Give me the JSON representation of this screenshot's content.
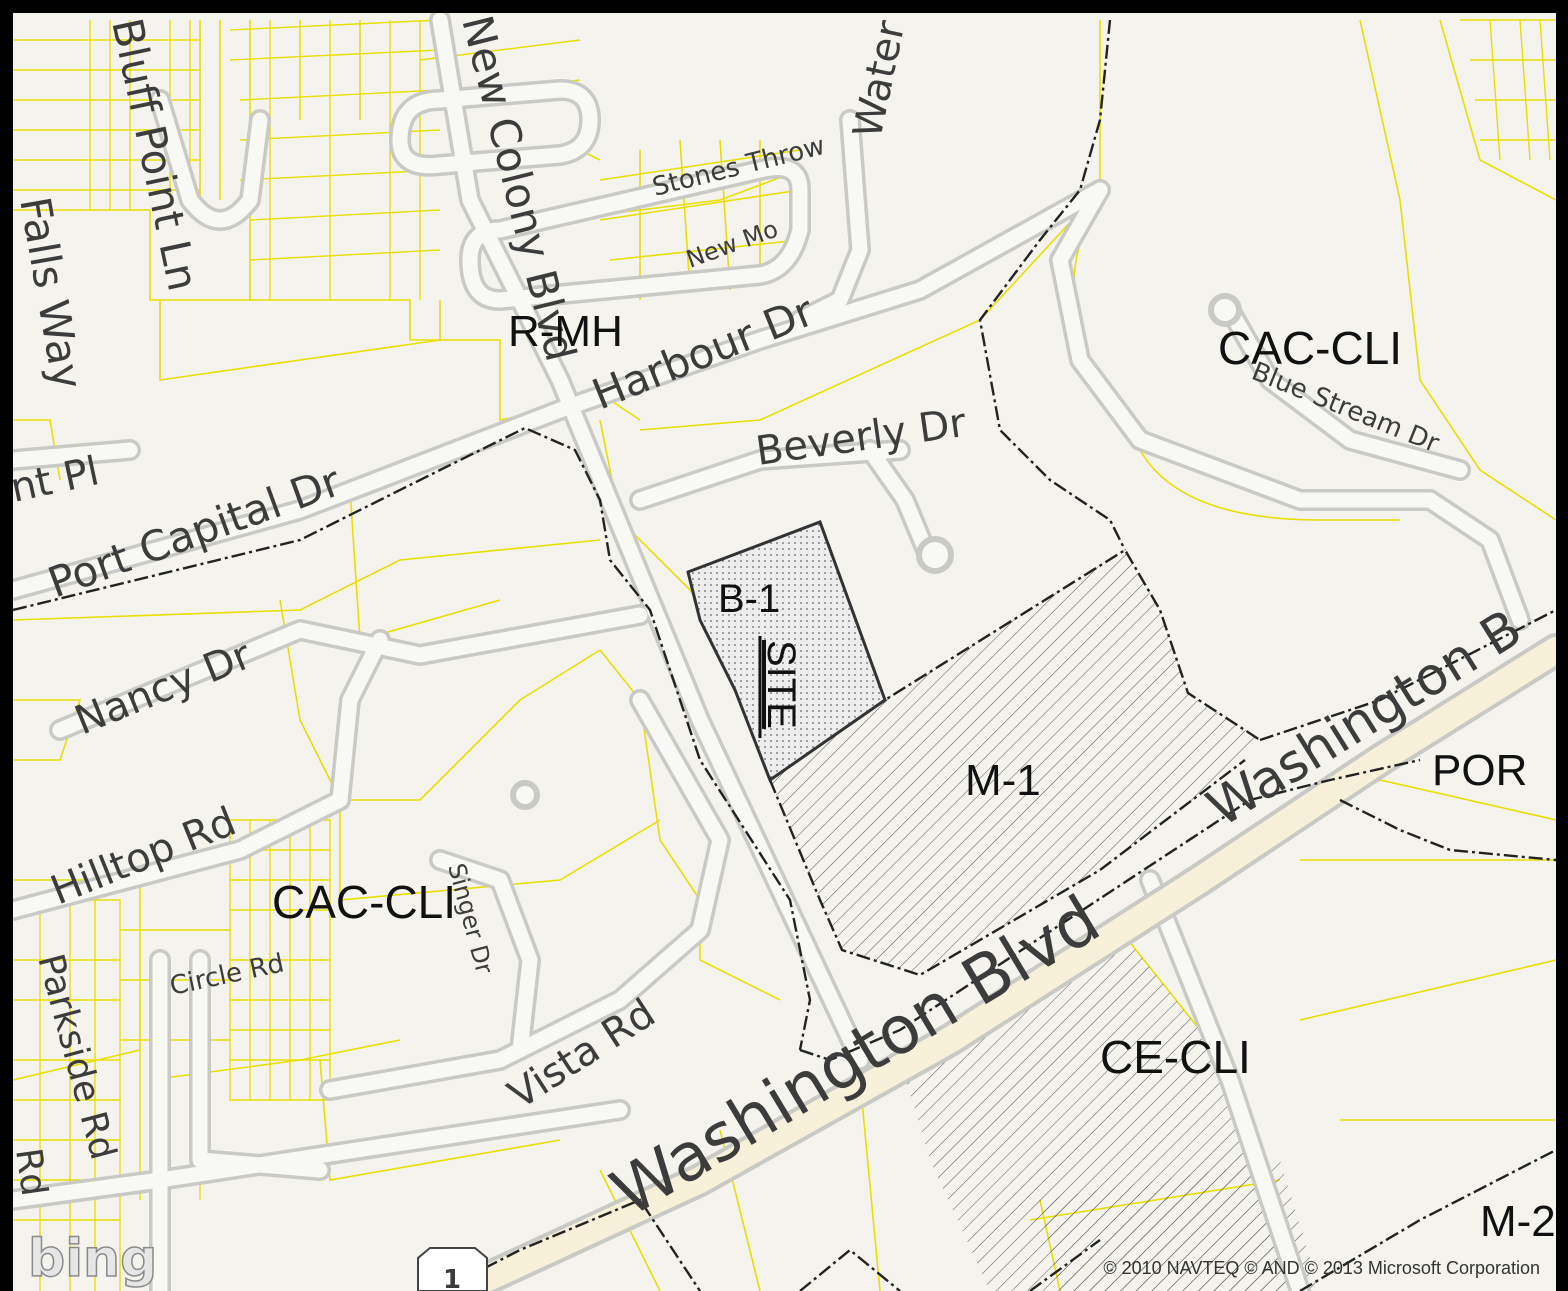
{
  "map": {
    "colors": {
      "frame": "#000000",
      "land": "#f4f3ee",
      "parcel_line": "#e8e000",
      "road_casing": "#c9c9c5",
      "road_fill": "#f8f8f5",
      "highway_fill": "#f7f1d9",
      "zone_boundary": "#222222",
      "site_fill": "#ececec"
    },
    "streets": {
      "bluff_point": "Bluff Point Ln",
      "new_colony": "New Colony Blvd",
      "water": "Water",
      "stones_throw": "Stones Throw",
      "new_mo": "New Mo",
      "falls_way": "Falls Way",
      "harbour": "Harbour Dr",
      "point_pl": "nt Pl",
      "port_capital": "Port Capital Dr",
      "beverly": "Beverly Dr",
      "blue_stream": "Blue Stream Dr",
      "nancy": "Nancy Dr",
      "hilltop": "Hilltop Rd",
      "singer": "Singer Dr",
      "circle": "Circle Rd",
      "parkside": "Parkside Rd",
      "parkside_edge": "Rd",
      "vista": "Vista Rd",
      "washington_main": "Washington Blvd",
      "washington_east": "Washington B"
    },
    "zones": {
      "r_mh": "R-MH",
      "cac_cli_ne": "CAC-CLI",
      "b1": "B-1",
      "site": "SITE",
      "m1": "M-1",
      "por": "POR",
      "cac_cli_w": "CAC-CLI",
      "ce_cli": "CE-CLI",
      "m2": "M-2"
    },
    "route_shield": "1",
    "logo": "bing",
    "copyright": "© 2010 NAVTEQ © AND © 2013 Microsoft Corporation"
  }
}
